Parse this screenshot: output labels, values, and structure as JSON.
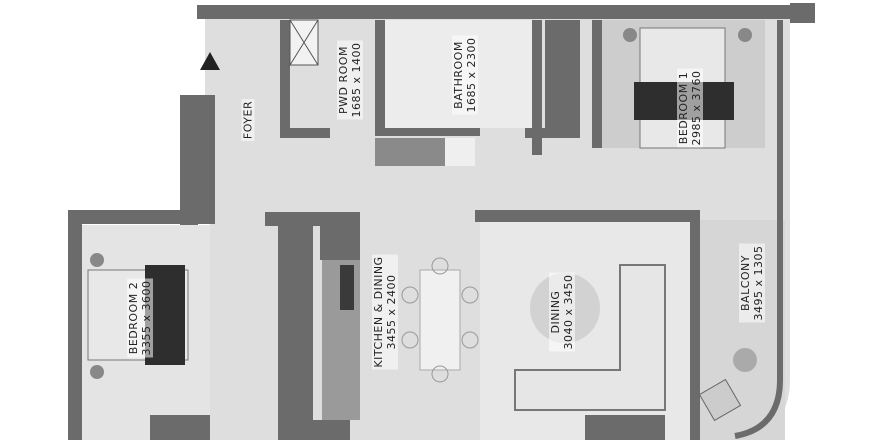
{
  "colors": {
    "wall": "#6b6b6b",
    "floor": "#dcdcdc",
    "room": "#e6e6e6",
    "furniture_dark": "#2e2e2e",
    "rug": "#cfcfcf"
  },
  "rooms": [
    {
      "id": "foyer",
      "name": "FOYER",
      "size": ""
    },
    {
      "id": "pwd-room",
      "name": "PWD ROOM",
      "size": "1685 x 1400"
    },
    {
      "id": "bathroom",
      "name": "BATHROOM",
      "size": "1685 x 2300"
    },
    {
      "id": "bedroom-1",
      "name": "BEDROOM 1",
      "size": "2985 x 3760"
    },
    {
      "id": "bedroom-2",
      "name": "BEDROOM 2",
      "size": "3355 x 3600"
    },
    {
      "id": "kitchen-dining",
      "name": "KITCHEN & DINING",
      "size": "3455 x 2400"
    },
    {
      "id": "dining",
      "name": "DINING",
      "size": "3040 x 3450"
    },
    {
      "id": "balcony",
      "name": "BALCONY",
      "size": "3495 x 1305"
    }
  ]
}
